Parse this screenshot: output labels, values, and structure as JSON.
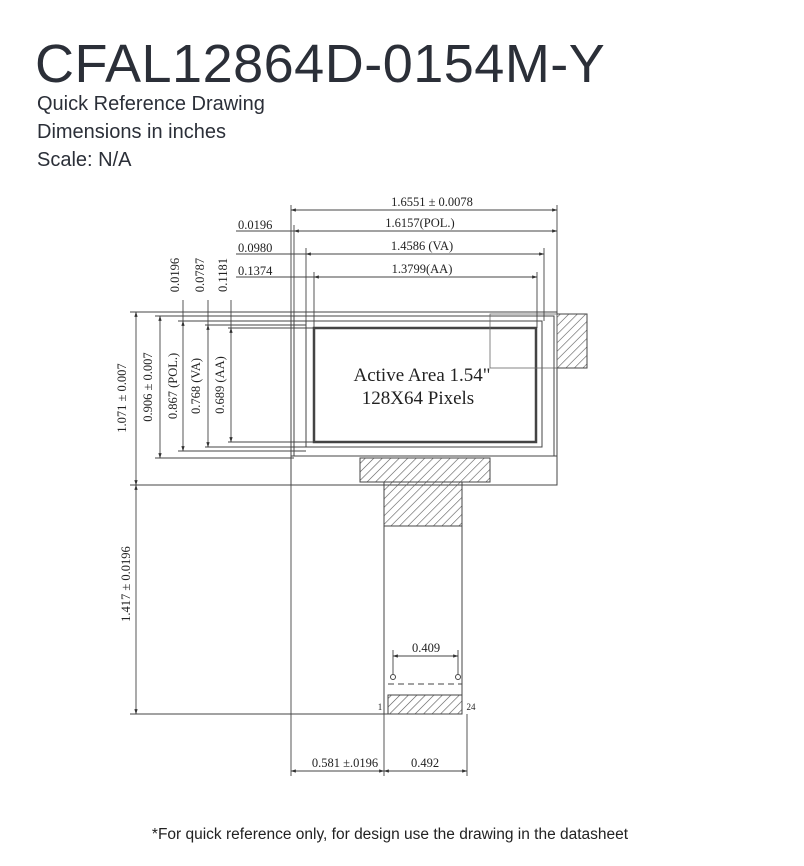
{
  "header": {
    "title": "CFAL12864D-0154M-Y",
    "subtitle_1": "Quick Reference Drawing",
    "subtitle_2": "Dimensions in inches",
    "subtitle_3": "Scale: N/A"
  },
  "drawing": {
    "horizontal_dims": {
      "overall": "1.6551 ± 0.0078",
      "pol": "1.6157(POL.)",
      "va": "1.4586 (VA)",
      "aa": "1.3799(AA)",
      "offset_pol": "0.0196",
      "offset_va": "0.0980",
      "offset_aa": "0.1374"
    },
    "vertical_top_offsets": {
      "pol": "0.0196",
      "va": "0.0787",
      "aa": "0.1181"
    },
    "vertical_dims": {
      "overall": "1.071 ± 0.007",
      "pol": "0.906 ± 0.007",
      "va": "0.867 (POL.)",
      "va2": "0.768 (VA)",
      "aa": "0.689 (AA)",
      "tail": "1.417 ± 0.0196"
    },
    "active_area_line_1": "Active Area 1.54\"",
    "active_area_line_2": "128X64 Pixels",
    "connector": {
      "pitch_span": "0.409",
      "pin_first": "1",
      "pin_last": "24"
    },
    "bottom_dims": {
      "left": "0.581 ±.0196",
      "right": "0.492"
    }
  },
  "footer": {
    "note": "*For quick reference only, for design use the drawing in the datasheet"
  }
}
